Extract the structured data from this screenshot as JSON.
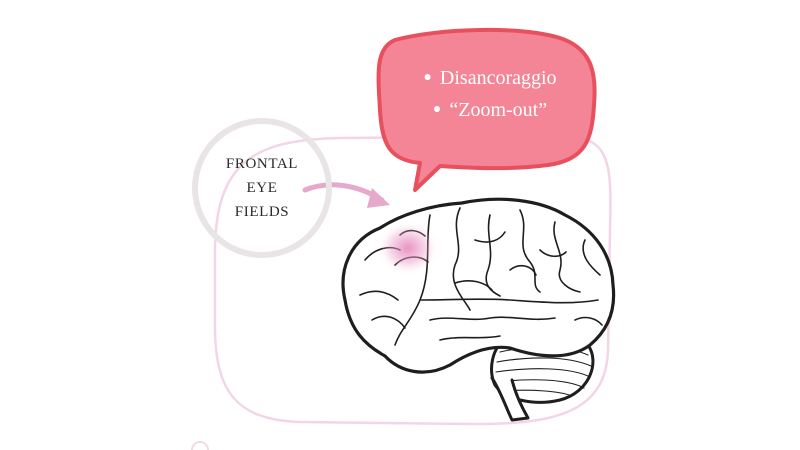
{
  "label": {
    "line1": "FRONTAL",
    "line2": "EYE",
    "line3": "FIELDS"
  },
  "bubble": {
    "items": [
      "Disancoraggio",
      "“Zoom-out”"
    ]
  },
  "colors": {
    "bubble_fill": "#f48596",
    "bubble_stroke": "#e8505e",
    "highlight": "#e583b8",
    "frame": "#f4d5e7",
    "arrow": "#e6a8cb"
  }
}
